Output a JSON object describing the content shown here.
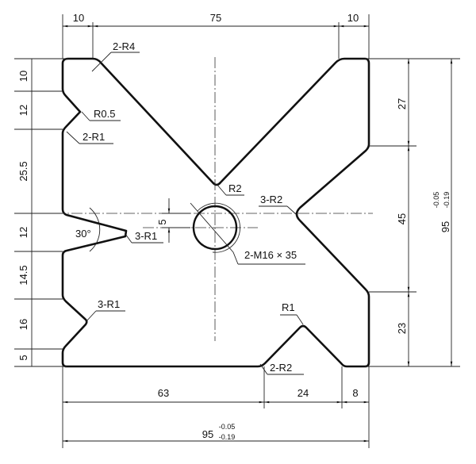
{
  "dimensions": {
    "top": [
      "10",
      "75",
      "10"
    ],
    "left": [
      "10",
      "12",
      "25.5",
      "12",
      "14.5",
      "16",
      "5"
    ],
    "right": [
      "27",
      "45",
      "23"
    ],
    "right_total_base": "95",
    "right_total_upper": "-0.05",
    "right_total_lower": "-0.19",
    "bottom": [
      "63",
      "24",
      "8"
    ],
    "bottom_total_base": "95",
    "bottom_total_upper": "-0.05",
    "bottom_total_lower": "-0.19",
    "hole_offset": "5"
  },
  "labels": {
    "r4": "2-R4",
    "r05": "R0.5",
    "r1_left": "2-R1",
    "r2_center": "R2",
    "r2_right": "3-R2",
    "angle": "30°",
    "r1_notch": "3-R1",
    "thread": "2-M16 × 35",
    "r1_bottom_left": "3-R1",
    "r1_bottom": "R1",
    "r2_bottom": "2-R2"
  }
}
